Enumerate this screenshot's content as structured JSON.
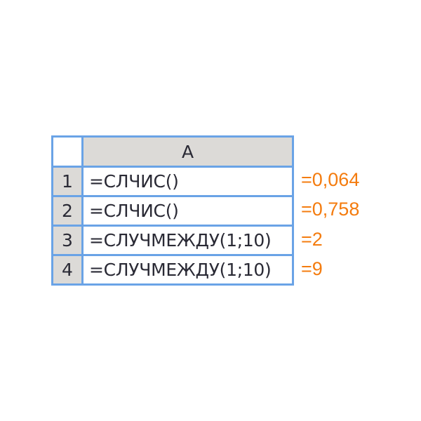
{
  "sheet": {
    "column_header": "A",
    "rows": [
      {
        "number": "1",
        "formula": "=СЛЧИС()",
        "result": "=0,064"
      },
      {
        "number": "2",
        "formula": "=СЛЧИС()",
        "result": "=0,758"
      },
      {
        "number": "3",
        "formula": "=СЛУЧМЕЖДУ(1;10)",
        "result": "=2"
      },
      {
        "number": "4",
        "formula": "=СЛУЧМЕЖДУ(1;10)",
        "result": "=9"
      }
    ]
  },
  "colors": {
    "border": "#6aa3e6",
    "header_bg": "#dcdad7",
    "result_text": "#f47c0f"
  }
}
